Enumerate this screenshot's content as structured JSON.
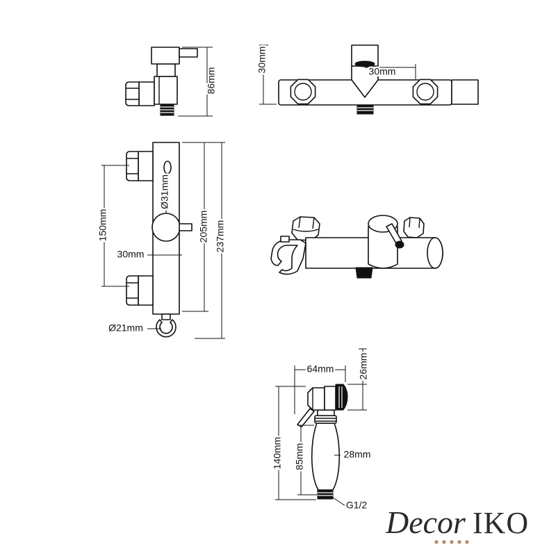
{
  "side_view_top": {
    "height_label": "86mm"
  },
  "front_view_top": {
    "height_label": "30mm",
    "offset_label": "30mm"
  },
  "side_view": {
    "knob_label": "Ø31mm",
    "inlet_spacing_label": "150mm",
    "body_height_label": "205mm",
    "total_height_label": "237mm",
    "depth_label": "30mm",
    "holder_label": "Ø21mm"
  },
  "hand_shower": {
    "head_length_label": "64mm",
    "head_height_label": "26mm",
    "total_length_label": "140mm",
    "handle_length_label": "85mm",
    "handle_width_label": "28mm",
    "thread_label": "G1/2"
  },
  "brand": {
    "script": "Decor",
    "caps": "IKO",
    "text_color": "#2b2b2b",
    "dot_color": "#b58a6b"
  }
}
